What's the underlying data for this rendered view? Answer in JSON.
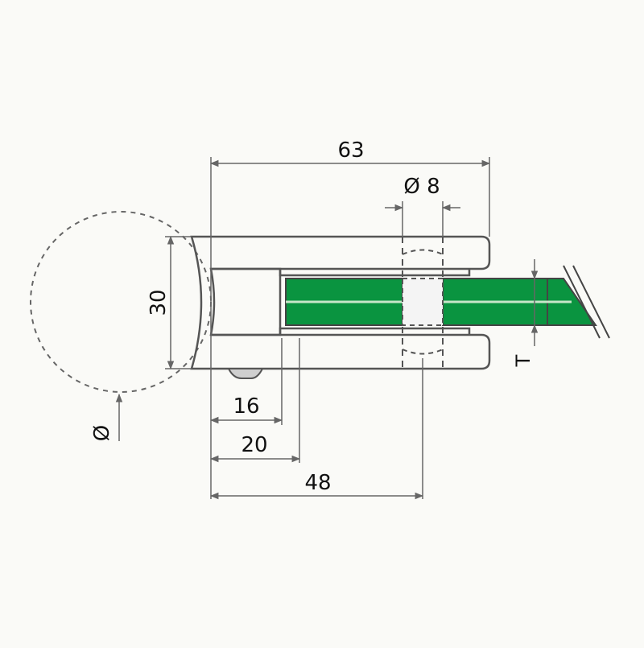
{
  "dimensions": {
    "overall_length": "63",
    "hole_diameter": "Ø 8",
    "height": "30",
    "pipe_diameter": "Ø",
    "dim_16": "16",
    "dim_20": "20",
    "dim_48": "48",
    "glass_thickness": "T"
  },
  "colors": {
    "glass": "#0a9440",
    "outline": "#555555",
    "dim_line": "#666666",
    "background": "#fafaf7"
  }
}
